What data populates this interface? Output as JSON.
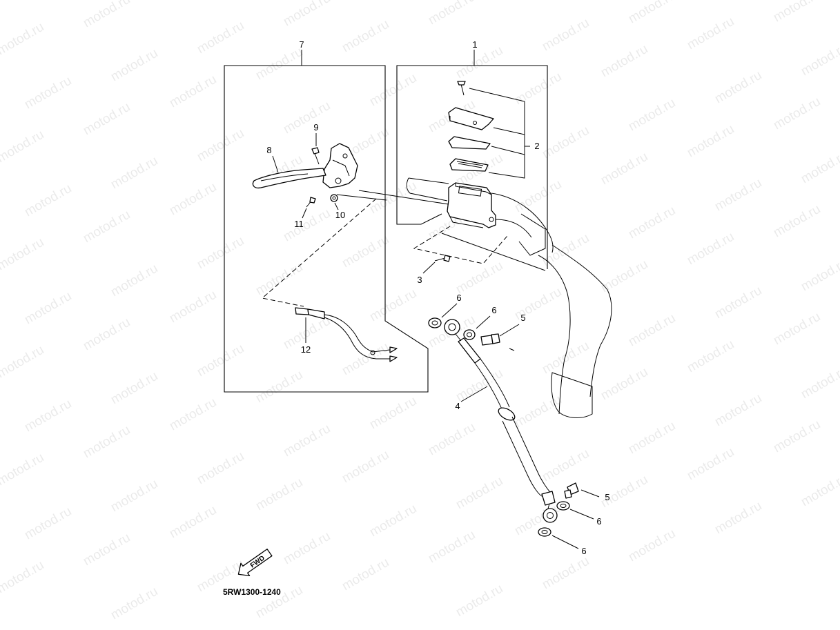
{
  "diagram": {
    "code": "5RW1300-1240",
    "fwd_label": "FWD",
    "watermark_text": "motod.ru",
    "colors": {
      "line": "#000000",
      "background": "#ffffff"
    },
    "callouts": {
      "c1": "1",
      "c2": "2",
      "c3": "3",
      "c4": "4",
      "c5a": "5",
      "c5b": "5",
      "c6a": "6",
      "c6b": "6",
      "c6c": "6",
      "c6d": "6",
      "c7": "7",
      "c8": "8",
      "c9": "9",
      "c10": "10",
      "c11": "11",
      "c12": "12"
    }
  }
}
